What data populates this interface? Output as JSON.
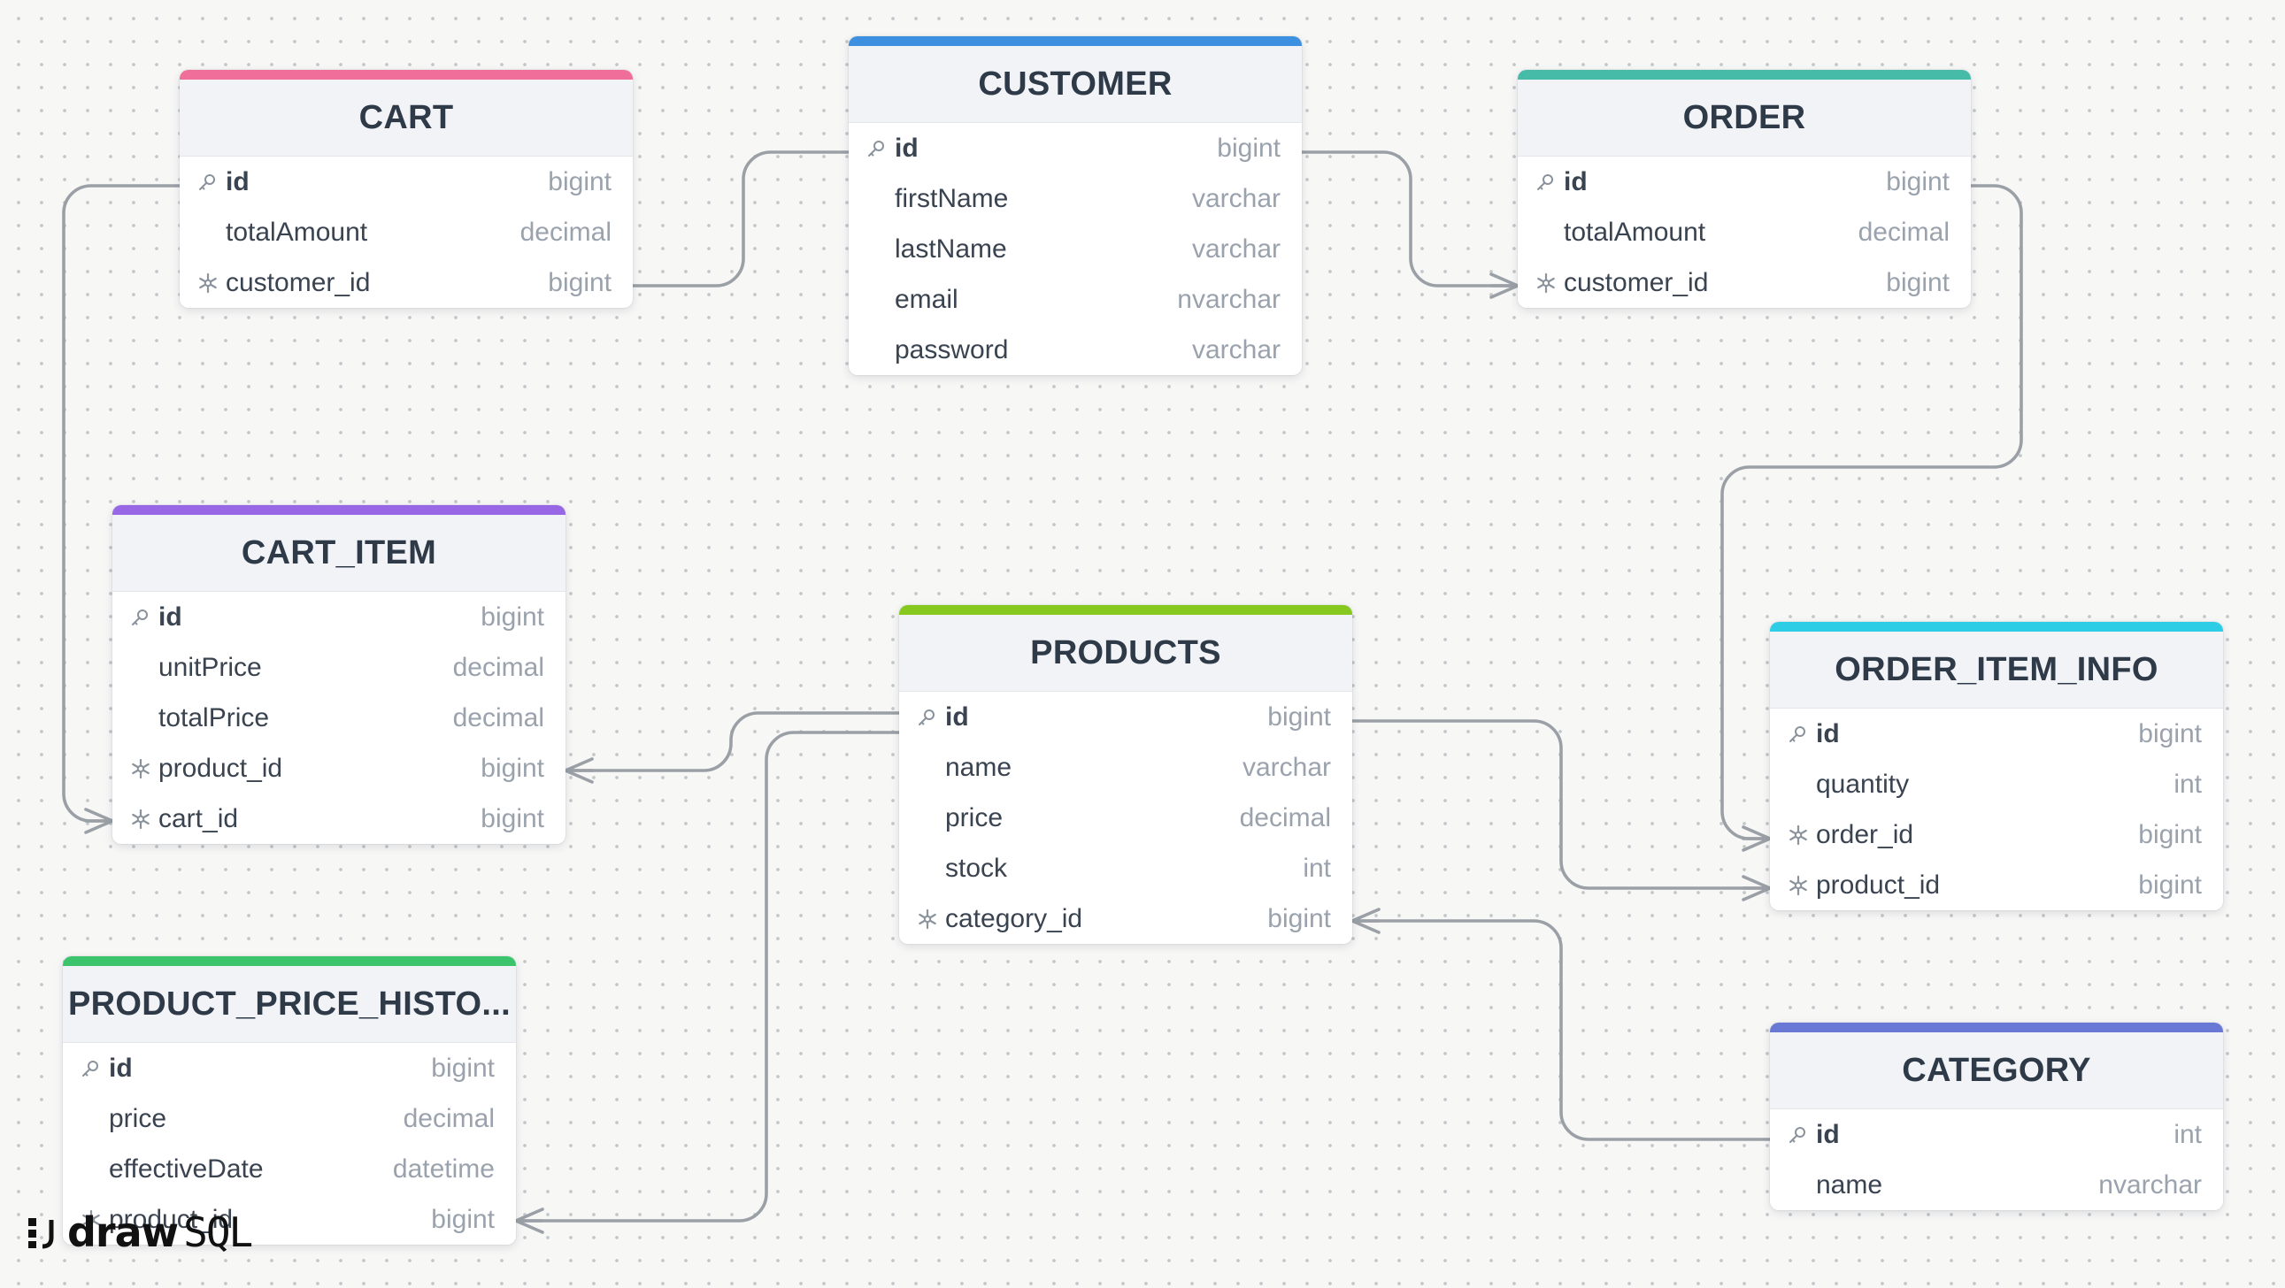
{
  "app": {
    "brand_draw": "draw",
    "brand_sql": "SQL"
  },
  "icons": {
    "primary_key": "key-icon",
    "foreign_key": "snowflake-icon"
  },
  "colors": {
    "cart": "#ef6f9a",
    "customer": "#3d8fe0",
    "order": "#45bba8",
    "cart_item": "#9867e6",
    "products": "#86c720",
    "order_item_info": "#2ecde6",
    "product_price_history": "#3cc46c",
    "category": "#6878d4",
    "connector": "#9aa0a6"
  },
  "tables": [
    {
      "id": "cart",
      "name": "CART",
      "colorKey": "cart",
      "columns": [
        {
          "name": "id",
          "type": "bigint",
          "key": "pk"
        },
        {
          "name": "totalAmount",
          "type": "decimal",
          "key": ""
        },
        {
          "name": "customer_id",
          "type": "bigint",
          "key": "fk"
        }
      ]
    },
    {
      "id": "customer",
      "name": "CUSTOMER",
      "colorKey": "customer",
      "columns": [
        {
          "name": "id",
          "type": "bigint",
          "key": "pk"
        },
        {
          "name": "firstName",
          "type": "varchar",
          "key": ""
        },
        {
          "name": "lastName",
          "type": "varchar",
          "key": ""
        },
        {
          "name": "email",
          "type": "nvarchar",
          "key": ""
        },
        {
          "name": "password",
          "type": "varchar",
          "key": ""
        }
      ]
    },
    {
      "id": "order",
      "name": "ORDER",
      "colorKey": "order",
      "columns": [
        {
          "name": "id",
          "type": "bigint",
          "key": "pk"
        },
        {
          "name": "totalAmount",
          "type": "decimal",
          "key": ""
        },
        {
          "name": "customer_id",
          "type": "bigint",
          "key": "fk"
        }
      ]
    },
    {
      "id": "cart_item",
      "name": "CART_ITEM",
      "colorKey": "cart_item",
      "columns": [
        {
          "name": "id",
          "type": "bigint",
          "key": "pk"
        },
        {
          "name": "unitPrice",
          "type": "decimal",
          "key": ""
        },
        {
          "name": "totalPrice",
          "type": "decimal",
          "key": ""
        },
        {
          "name": "product_id",
          "type": "bigint",
          "key": "fk"
        },
        {
          "name": "cart_id",
          "type": "bigint",
          "key": "fk"
        }
      ]
    },
    {
      "id": "products",
      "name": "PRODUCTS",
      "colorKey": "products",
      "columns": [
        {
          "name": "id",
          "type": "bigint",
          "key": "pk"
        },
        {
          "name": "name",
          "type": "varchar",
          "key": ""
        },
        {
          "name": "price",
          "type": "decimal",
          "key": ""
        },
        {
          "name": "stock",
          "type": "int",
          "key": ""
        },
        {
          "name": "category_id",
          "type": "bigint",
          "key": "fk"
        }
      ]
    },
    {
      "id": "order_item_info",
      "name": "ORDER_ITEM_INFO",
      "colorKey": "order_item_info",
      "columns": [
        {
          "name": "id",
          "type": "bigint",
          "key": "pk"
        },
        {
          "name": "quantity",
          "type": "int",
          "key": ""
        },
        {
          "name": "order_id",
          "type": "bigint",
          "key": "fk"
        },
        {
          "name": "product_id",
          "type": "bigint",
          "key": "fk"
        }
      ]
    },
    {
      "id": "product_price_history",
      "name": "PRODUCT_PRICE_HISTO...",
      "colorKey": "product_price_history",
      "columns": [
        {
          "name": "id",
          "type": "bigint",
          "key": "pk"
        },
        {
          "name": "price",
          "type": "decimal",
          "key": ""
        },
        {
          "name": "effectiveDate",
          "type": "datetime",
          "key": ""
        },
        {
          "name": "product_id",
          "type": "bigint",
          "key": "fk"
        }
      ]
    },
    {
      "id": "category",
      "name": "CATEGORY",
      "colorKey": "category",
      "columns": [
        {
          "name": "id",
          "type": "int",
          "key": "pk"
        },
        {
          "name": "name",
          "type": "nvarchar",
          "key": ""
        }
      ]
    }
  ],
  "relationships": [
    {
      "from": "cart.customer_id",
      "to": "customer.id"
    },
    {
      "from": "order.customer_id",
      "to": "customer.id"
    },
    {
      "from": "cart_item.cart_id",
      "to": "cart.id"
    },
    {
      "from": "cart_item.product_id",
      "to": "products.id"
    },
    {
      "from": "product_price_history.product_id",
      "to": "products.id"
    },
    {
      "from": "order_item_info.order_id",
      "to": "order.id"
    },
    {
      "from": "order_item_info.product_id",
      "to": "products.id"
    },
    {
      "from": "products.category_id",
      "to": "category.id"
    }
  ]
}
